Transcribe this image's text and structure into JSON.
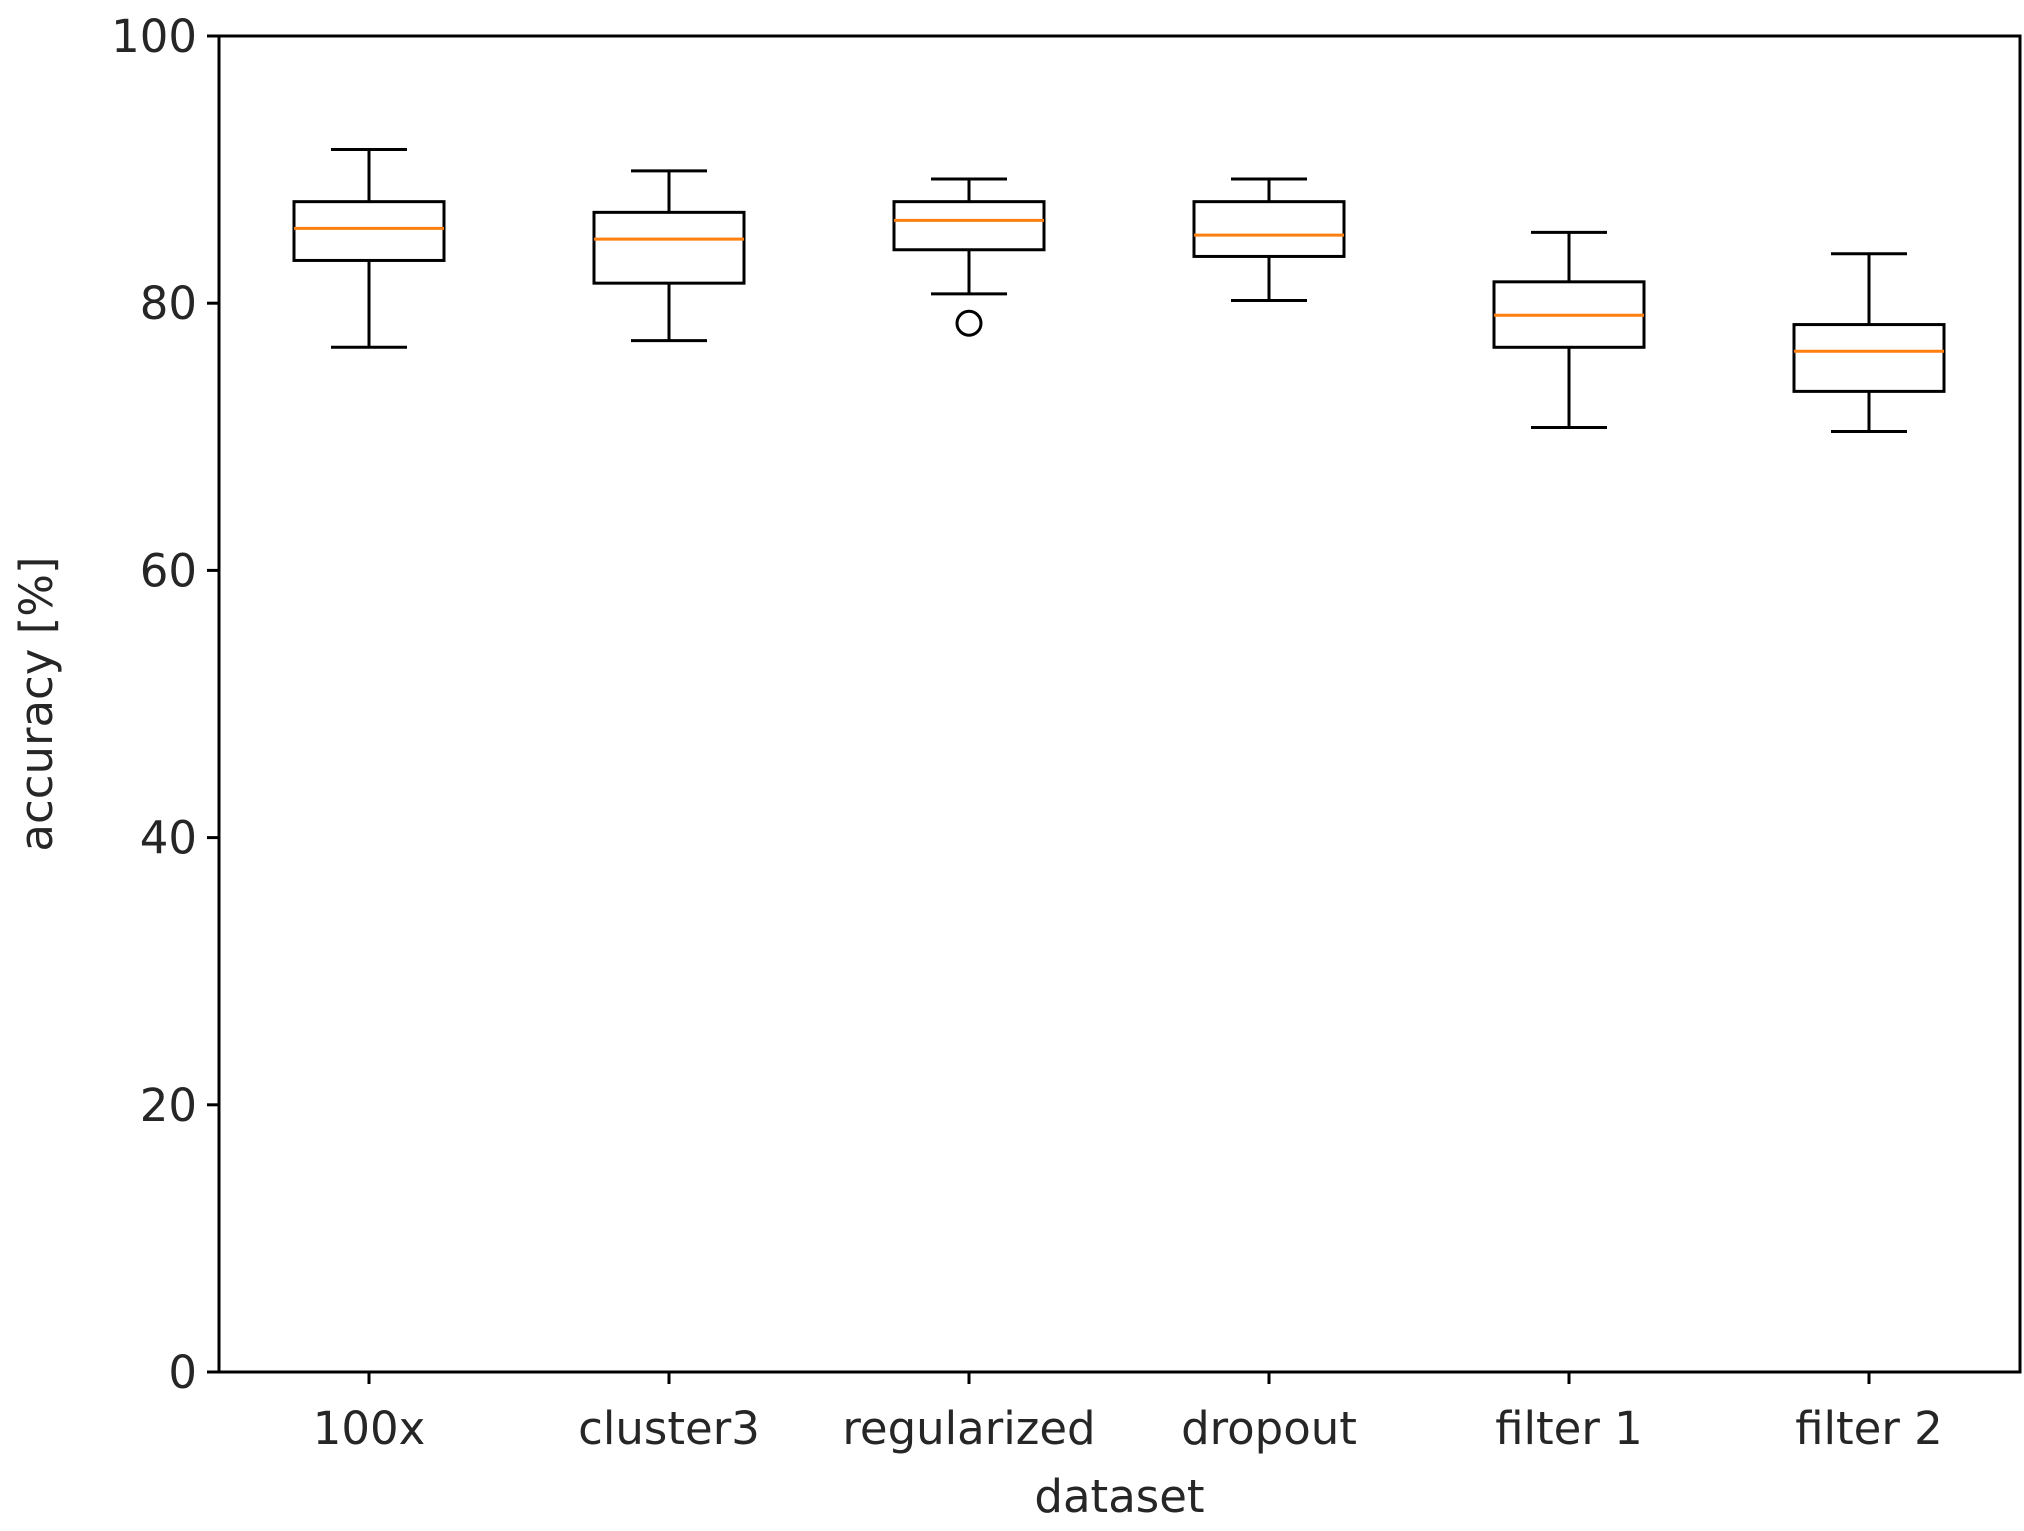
{
  "chart_data": {
    "type": "box",
    "xlabel": "dataset",
    "ylabel": "accuracy [%]",
    "ylim": [
      0,
      100
    ],
    "yticks": [
      "0",
      "20",
      "40",
      "60",
      "80",
      "100"
    ],
    "categories": [
      "100x",
      "cluster3",
      "regularized",
      "dropout",
      "filter 1",
      "filter 2"
    ],
    "boxes": [
      {
        "category": "100x",
        "whisker_low": 76.7,
        "q1": 83.2,
        "median": 85.6,
        "q3": 87.6,
        "whisker_high": 91.5,
        "outliers": []
      },
      {
        "category": "cluster3",
        "whisker_low": 77.2,
        "q1": 81.5,
        "median": 84.8,
        "q3": 86.8,
        "whisker_high": 89.9,
        "outliers": []
      },
      {
        "category": "regularized",
        "whisker_low": 80.7,
        "q1": 84.0,
        "median": 86.2,
        "q3": 87.6,
        "whisker_high": 89.3,
        "outliers": [
          78.5
        ]
      },
      {
        "category": "dropout",
        "whisker_low": 80.2,
        "q1": 83.5,
        "median": 85.1,
        "q3": 87.6,
        "whisker_high": 89.3,
        "outliers": []
      },
      {
        "category": "filter 1",
        "whisker_low": 70.7,
        "q1": 76.7,
        "median": 79.1,
        "q3": 81.6,
        "whisker_high": 85.3,
        "outliers": []
      },
      {
        "category": "filter 2",
        "whisker_low": 70.4,
        "q1": 73.4,
        "median": 76.4,
        "q3": 78.4,
        "whisker_high": 83.7,
        "outliers": []
      }
    ],
    "grid": false,
    "colors": {
      "box": "#000000",
      "median": "#ff7f0e",
      "axis": "#000000"
    }
  }
}
